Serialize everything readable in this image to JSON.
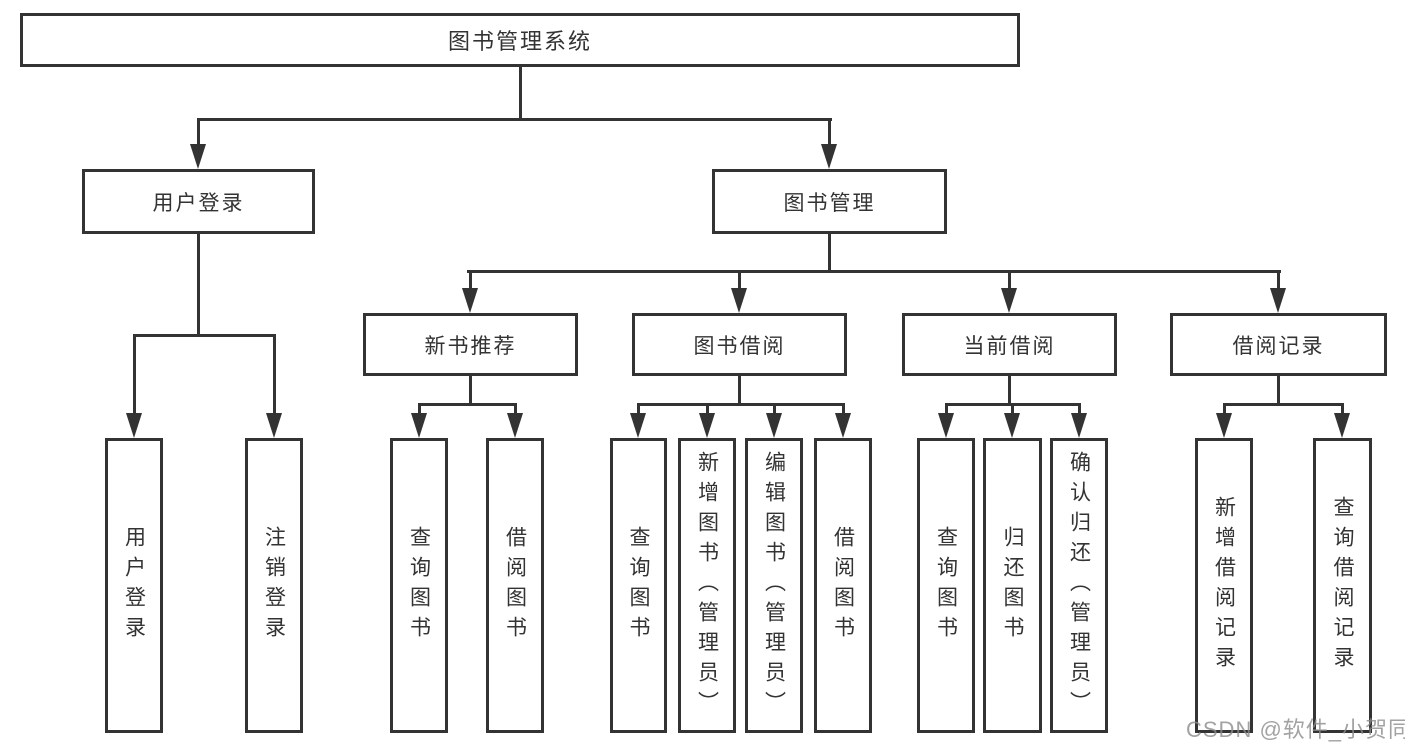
{
  "colors": {
    "line": "#333333",
    "text": "#333333",
    "watermark": "#8c8c8c",
    "background": "#ffffff"
  },
  "tree": {
    "root": "图书管理系统",
    "level2": [
      "用户登录",
      "图书管理"
    ],
    "level3": [
      "新书推荐",
      "图书借阅",
      "当前借阅",
      "借阅记录"
    ],
    "leaves": [
      "用户登录",
      "注销登录",
      "查询图书",
      "借阅图书",
      "查询图书",
      "新增图书（管理员）",
      "编辑图书（管理员）",
      "借阅图书",
      "查询图书",
      "归还图书",
      "确认归还（管理员）",
      "新增借阅记录",
      "查询借阅记录"
    ]
  },
  "watermark": "CSDN @软件_小贺同学"
}
